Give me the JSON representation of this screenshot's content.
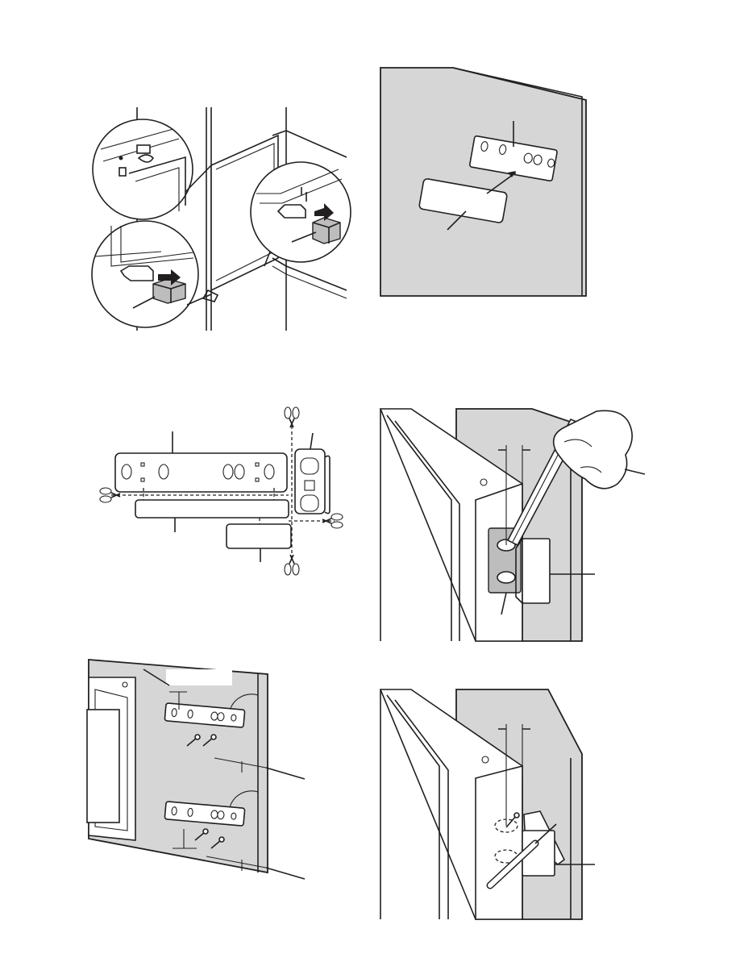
{
  "figures": [
    {
      "id": "fig-1",
      "subject": "door-hinge-caps-insert"
    },
    {
      "id": "fig-2",
      "subject": "panel-with-mounting-bracket-and-template"
    },
    {
      "id": "fig-3",
      "subject": "cut-bracket-template-sheet"
    },
    {
      "id": "fig-4",
      "subject": "mark-screw-position-with-pencil"
    },
    {
      "id": "fig-5",
      "subject": "panel-brackets-measurement"
    },
    {
      "id": "fig-6",
      "subject": "screw-bracket-to-door"
    }
  ],
  "icons": [
    "scissors-icon",
    "pencil-icon",
    "hand-icon",
    "screwdriver-icon",
    "screw-icon",
    "arrow-icon"
  ]
}
